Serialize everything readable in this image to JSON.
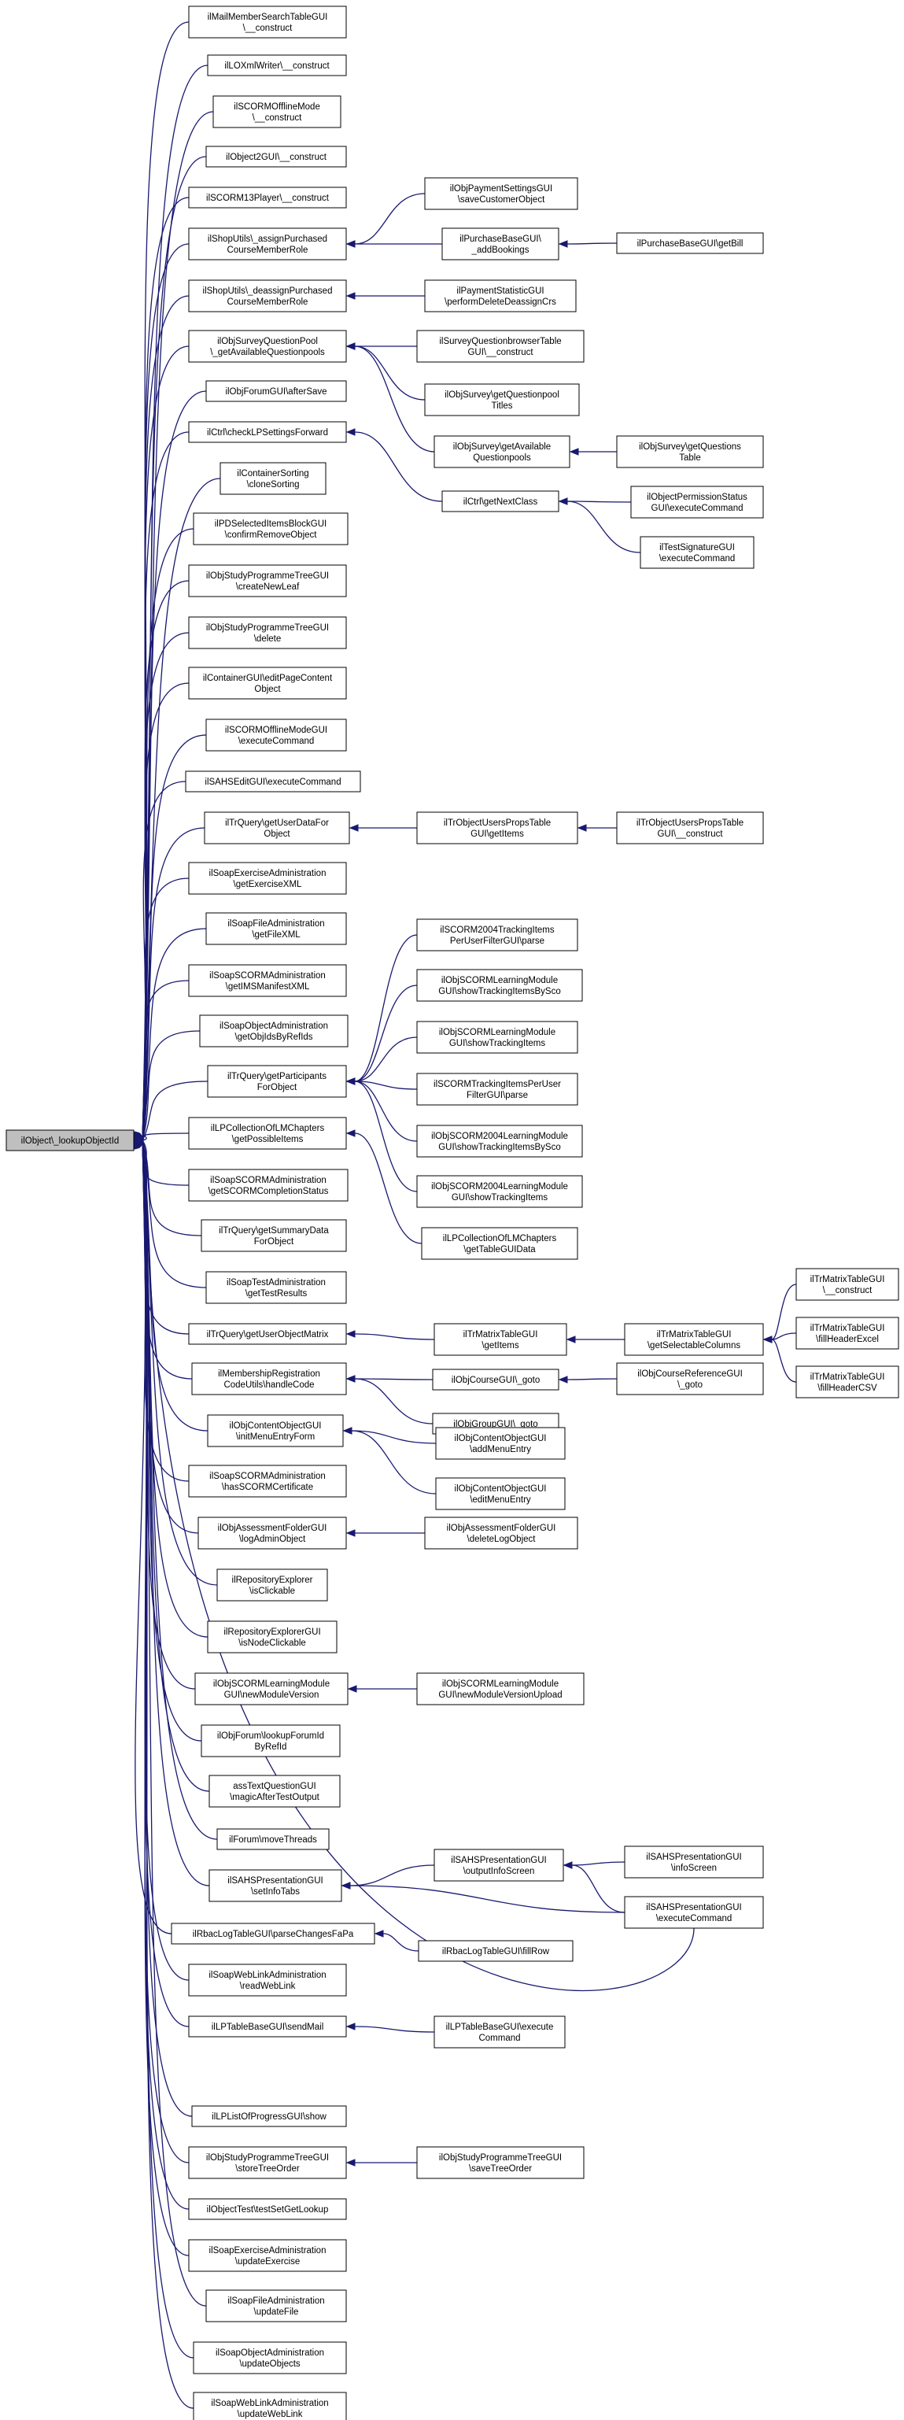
{
  "colors": {
    "edge": "#191970",
    "root_fill": "#bfbfbf",
    "node_fill": "#ffffff",
    "node_border": "#000000"
  },
  "nodes": [
    {
      "id": "root",
      "lines": [
        "ilObject\\_lookupObjectId"
      ]
    },
    {
      "id": "n1",
      "lines": [
        "ilMailMemberSearchTableGUI",
        "\\__construct"
      ]
    },
    {
      "id": "n2",
      "lines": [
        "ilLOXmlWriter\\__construct"
      ]
    },
    {
      "id": "n3",
      "lines": [
        "ilSCORMOfflineMode",
        "\\__construct"
      ]
    },
    {
      "id": "n4",
      "lines": [
        "ilObject2GUI\\__construct"
      ]
    },
    {
      "id": "n5",
      "lines": [
        "ilSCORM13Player\\__construct"
      ]
    },
    {
      "id": "n6",
      "lines": [
        "ilShopUtils\\_assignPurchased",
        "CourseMemberRole"
      ]
    },
    {
      "id": "n7",
      "lines": [
        "ilShopUtils\\_deassignPurchased",
        "CourseMemberRole"
      ]
    },
    {
      "id": "n8",
      "lines": [
        "ilObjSurveyQuestionPool",
        "\\_getAvailableQuestionpools"
      ]
    },
    {
      "id": "n9",
      "lines": [
        "ilObjForumGUI\\afterSave"
      ]
    },
    {
      "id": "n10",
      "lines": [
        "ilCtrl\\checkLPSettingsForward"
      ]
    },
    {
      "id": "n11",
      "lines": [
        "ilContainerSorting",
        "\\cloneSorting"
      ]
    },
    {
      "id": "n12",
      "lines": [
        "ilPDSelectedItemsBlockGUI",
        "\\confirmRemoveObject"
      ]
    },
    {
      "id": "n13",
      "lines": [
        "ilObjStudyProgrammeTreeGUI",
        "\\createNewLeaf"
      ]
    },
    {
      "id": "n14",
      "lines": [
        "ilObjStudyProgrammeTreeGUI",
        "\\delete"
      ]
    },
    {
      "id": "n15",
      "lines": [
        "ilContainerGUI\\editPageContent",
        "Object"
      ]
    },
    {
      "id": "n16",
      "lines": [
        "ilSCORMOfflineModeGUI",
        "\\executeCommand"
      ]
    },
    {
      "id": "n17",
      "lines": [
        "ilSAHSEditGUI\\executeCommand"
      ]
    },
    {
      "id": "n18",
      "lines": [
        "ilTrQuery\\getUserDataFor",
        "Object"
      ]
    },
    {
      "id": "n19",
      "lines": [
        "ilSoapExerciseAdministration",
        "\\getExerciseXML"
      ]
    },
    {
      "id": "n20",
      "lines": [
        "ilSoapFileAdministration",
        "\\getFileXML"
      ]
    },
    {
      "id": "n21",
      "lines": [
        "ilSoapSCORMAdministration",
        "\\getIMSManifestXML"
      ]
    },
    {
      "id": "n22",
      "lines": [
        "ilSoapObjectAdministration",
        "\\getObjIdsByRefIds"
      ]
    },
    {
      "id": "n23",
      "lines": [
        "ilTrQuery\\getParticipants",
        "ForObject"
      ]
    },
    {
      "id": "n24",
      "lines": [
        "ilLPCollectionOfLMChapters",
        "\\getPossibleItems"
      ]
    },
    {
      "id": "n25",
      "lines": [
        "ilSoapSCORMAdministration",
        "\\getSCORMCompletionStatus"
      ]
    },
    {
      "id": "n26",
      "lines": [
        "ilTrQuery\\getSummaryData",
        "ForObject"
      ]
    },
    {
      "id": "n27",
      "lines": [
        "ilSoapTestAdministration",
        "\\getTestResults"
      ]
    },
    {
      "id": "n28",
      "lines": [
        "ilTrQuery\\getUserObjectMatrix"
      ]
    },
    {
      "id": "n29",
      "lines": [
        "ilMembershipRegistration",
        "CodeUtils\\handleCode"
      ]
    },
    {
      "id": "n30",
      "lines": [
        "ilObjContentObjectGUI",
        "\\initMenuEntryForm"
      ]
    },
    {
      "id": "n31",
      "lines": [
        "ilSoapSCORMAdministration",
        "\\hasSCORMCertificate"
      ]
    },
    {
      "id": "n32",
      "lines": [
        "ilObjAssessmentFolderGUI",
        "\\logAdminObject"
      ]
    },
    {
      "id": "n33",
      "lines": [
        "ilRepositoryExplorer",
        "\\isClickable"
      ]
    },
    {
      "id": "n34",
      "lines": [
        "ilRepositoryExplorerGUI",
        "\\isNodeClickable"
      ]
    },
    {
      "id": "n35",
      "lines": [
        "ilObjSCORMLearningModule",
        "GUI\\newModuleVersion"
      ]
    },
    {
      "id": "n36",
      "lines": [
        "ilObjForum\\lookupForumId",
        "ByRefId"
      ]
    },
    {
      "id": "n37",
      "lines": [
        "assTextQuestionGUI",
        "\\magicAfterTestOutput"
      ]
    },
    {
      "id": "n38",
      "lines": [
        "ilForum\\moveThreads"
      ]
    },
    {
      "id": "n39",
      "lines": [
        "ilSAHSPresentationGUI",
        "\\setInfoTabs"
      ]
    },
    {
      "id": "n40",
      "lines": [
        "ilRbacLogTableGUI\\parseChangesFaPa"
      ]
    },
    {
      "id": "n41",
      "lines": [
        "ilSoapWebLinkAdministration",
        "\\readWebLink"
      ]
    },
    {
      "id": "n42",
      "lines": [
        "ilLPTableBaseGUI\\sendMail"
      ]
    },
    {
      "id": "n43",
      "lines": [
        "ilLPListOfProgressGUI\\show"
      ]
    },
    {
      "id": "n44",
      "lines": [
        "ilObjStudyProgrammeTreeGUI",
        "\\storeTreeOrder"
      ]
    },
    {
      "id": "n45",
      "lines": [
        "ilObjectTest\\testSetGetLookup"
      ]
    },
    {
      "id": "n46",
      "lines": [
        "ilSoapExerciseAdministration",
        "\\updateExercise"
      ]
    },
    {
      "id": "n47",
      "lines": [
        "ilSoapFileAdministration",
        "\\updateFile"
      ]
    },
    {
      "id": "n48",
      "lines": [
        "ilSoapObjectAdministration",
        "\\updateObjects"
      ]
    },
    {
      "id": "n49",
      "lines": [
        "ilSoapWebLinkAdministration",
        "\\updateWebLink"
      ]
    },
    {
      "id": "c1",
      "lines": [
        "ilObjPaymentSettingsGUI",
        "\\saveCustomerObject"
      ]
    },
    {
      "id": "c2",
      "lines": [
        "ilPurchaseBaseGUI\\",
        "_addBookings"
      ]
    },
    {
      "id": "c3",
      "lines": [
        "ilPurchaseBaseGUI\\getBill"
      ]
    },
    {
      "id": "c4",
      "lines": [
        "ilPaymentStatisticGUI",
        "\\performDeleteDeassignCrs"
      ]
    },
    {
      "id": "c5",
      "lines": [
        "ilSurveyQuestionbrowserTable",
        "GUI\\__construct"
      ]
    },
    {
      "id": "c6",
      "lines": [
        "ilObjSurvey\\getQuestionpool",
        "Titles"
      ]
    },
    {
      "id": "c7",
      "lines": [
        "ilObjSurvey\\getAvailable",
        "Questionpools"
      ]
    },
    {
      "id": "c8",
      "lines": [
        "ilObjSurvey\\getQuestions",
        "Table"
      ]
    },
    {
      "id": "c9",
      "lines": [
        "ilCtrl\\getNextClass"
      ]
    },
    {
      "id": "c10",
      "lines": [
        "ilObjectPermissionStatus",
        "GUI\\executeCommand"
      ]
    },
    {
      "id": "c11",
      "lines": [
        "ilTestSignatureGUI",
        "\\executeCommand"
      ]
    },
    {
      "id": "c12",
      "lines": [
        "ilTrObjectUsersPropsTable",
        "GUI\\getItems"
      ]
    },
    {
      "id": "c13",
      "lines": [
        "ilTrObjectUsersPropsTable",
        "GUI\\__construct"
      ]
    },
    {
      "id": "c14",
      "lines": [
        "ilSCORM2004TrackingItems",
        "PerUserFilterGUI\\parse"
      ]
    },
    {
      "id": "c15",
      "lines": [
        "ilObjSCORMLearningModule",
        "GUI\\showTrackingItemsBySco"
      ]
    },
    {
      "id": "c16",
      "lines": [
        "ilObjSCORMLearningModule",
        "GUI\\showTrackingItems"
      ]
    },
    {
      "id": "c17",
      "lines": [
        "ilSCORMTrackingItemsPerUser",
        "FilterGUI\\parse"
      ]
    },
    {
      "id": "c18",
      "lines": [
        "ilObjSCORM2004LearningModule",
        "GUI\\showTrackingItemsBySco"
      ]
    },
    {
      "id": "c19",
      "lines": [
        "ilObjSCORM2004LearningModule",
        "GUI\\showTrackingItems"
      ]
    },
    {
      "id": "c20",
      "lines": [
        "ilLPCollectionOfLMChapters",
        "\\getTableGUIData"
      ]
    },
    {
      "id": "c21",
      "lines": [
        "ilTrMatrixTableGUI",
        "\\getItems"
      ]
    },
    {
      "id": "c22",
      "lines": [
        "ilTrMatrixTableGUI",
        "\\getSelectableColumns"
      ]
    },
    {
      "id": "c23",
      "lines": [
        "ilTrMatrixTableGUI",
        "\\__construct"
      ]
    },
    {
      "id": "c24",
      "lines": [
        "ilTrMatrixTableGUI",
        "\\fillHeaderExcel"
      ]
    },
    {
      "id": "c25",
      "lines": [
        "ilTrMatrixTableGUI",
        "\\fillHeaderCSV"
      ]
    },
    {
      "id": "c26",
      "lines": [
        "ilObjCourseGUI\\_goto"
      ]
    },
    {
      "id": "c27",
      "lines": [
        "ilObjCourseReferenceGUI",
        "\\_goto"
      ]
    },
    {
      "id": "c28",
      "lines": [
        "ilObjGroupGUI\\_goto"
      ]
    },
    {
      "id": "c29",
      "lines": [
        "ilObjContentObjectGUI",
        "\\addMenuEntry"
      ]
    },
    {
      "id": "c30",
      "lines": [
        "ilObjContentObjectGUI",
        "\\editMenuEntry"
      ]
    },
    {
      "id": "c31",
      "lines": [
        "ilObjAssessmentFolderGUI",
        "\\deleteLogObject"
      ]
    },
    {
      "id": "c32",
      "lines": [
        "ilObjSCORMLearningModule",
        "GUI\\newModuleVersionUpload"
      ]
    },
    {
      "id": "c33",
      "lines": [
        "ilSAHSPresentationGUI",
        "\\outputInfoScreen"
      ]
    },
    {
      "id": "c34",
      "lines": [
        "ilSAHSPresentationGUI",
        "\\infoScreen"
      ]
    },
    {
      "id": "c35",
      "lines": [
        "ilSAHSPresentationGUI",
        "\\executeCommand"
      ]
    },
    {
      "id": "c36",
      "lines": [
        "ilRbacLogTableGUI\\fillRow"
      ]
    },
    {
      "id": "c37",
      "lines": [
        "ilLPTableBaseGUI\\execute",
        "Command"
      ]
    },
    {
      "id": "c38",
      "lines": [
        "ilObjStudyProgrammeTreeGUI",
        "\\saveTreeOrder"
      ]
    }
  ],
  "edges": [
    [
      "n1",
      "root"
    ],
    [
      "n2",
      "root"
    ],
    [
      "n3",
      "root"
    ],
    [
      "n4",
      "root"
    ],
    [
      "n5",
      "root"
    ],
    [
      "n6",
      "root"
    ],
    [
      "n7",
      "root"
    ],
    [
      "n8",
      "root"
    ],
    [
      "n9",
      "root"
    ],
    [
      "n10",
      "root"
    ],
    [
      "n11",
      "root"
    ],
    [
      "n12",
      "root"
    ],
    [
      "n13",
      "root"
    ],
    [
      "n14",
      "root"
    ],
    [
      "n15",
      "root"
    ],
    [
      "n16",
      "root"
    ],
    [
      "n17",
      "root"
    ],
    [
      "n18",
      "root"
    ],
    [
      "n19",
      "root"
    ],
    [
      "n20",
      "root"
    ],
    [
      "n21",
      "root"
    ],
    [
      "n22",
      "root"
    ],
    [
      "n23",
      "root"
    ],
    [
      "n24",
      "root"
    ],
    [
      "n25",
      "root"
    ],
    [
      "n26",
      "root"
    ],
    [
      "n27",
      "root"
    ],
    [
      "n28",
      "root"
    ],
    [
      "n29",
      "root"
    ],
    [
      "n30",
      "root"
    ],
    [
      "n31",
      "root"
    ],
    [
      "n32",
      "root"
    ],
    [
      "n33",
      "root"
    ],
    [
      "n34",
      "root"
    ],
    [
      "n35",
      "root"
    ],
    [
      "n36",
      "root"
    ],
    [
      "n37",
      "root"
    ],
    [
      "n38",
      "root"
    ],
    [
      "n39",
      "root"
    ],
    [
      "n40",
      "root"
    ],
    [
      "n41",
      "root"
    ],
    [
      "n42",
      "root"
    ],
    [
      "n43",
      "root"
    ],
    [
      "n44",
      "root"
    ],
    [
      "n45",
      "root"
    ],
    [
      "n46",
      "root"
    ],
    [
      "n47",
      "root"
    ],
    [
      "n48",
      "root"
    ],
    [
      "n49",
      "root"
    ],
    [
      "c1",
      "n6"
    ],
    [
      "c2",
      "n6"
    ],
    [
      "c3",
      "c2"
    ],
    [
      "c4",
      "n7"
    ],
    [
      "c5",
      "n8"
    ],
    [
      "c6",
      "n8"
    ],
    [
      "c7",
      "n8"
    ],
    [
      "c8",
      "c7"
    ],
    [
      "c9",
      "n10"
    ],
    [
      "c10",
      "c9"
    ],
    [
      "c11",
      "c9"
    ],
    [
      "c12",
      "n18"
    ],
    [
      "c13",
      "c12"
    ],
    [
      "c14",
      "n23"
    ],
    [
      "c15",
      "n23"
    ],
    [
      "c16",
      "n23"
    ],
    [
      "c17",
      "n23"
    ],
    [
      "c18",
      "n23"
    ],
    [
      "c19",
      "n23"
    ],
    [
      "c20",
      "n24"
    ],
    [
      "c21",
      "n28"
    ],
    [
      "c22",
      "c21"
    ],
    [
      "c23",
      "c22"
    ],
    [
      "c24",
      "c22"
    ],
    [
      "c25",
      "c22"
    ],
    [
      "c26",
      "n29"
    ],
    [
      "c27",
      "c26"
    ],
    [
      "c28",
      "n29"
    ],
    [
      "c29",
      "n30"
    ],
    [
      "c30",
      "n30"
    ],
    [
      "c31",
      "n32"
    ],
    [
      "c32",
      "n35"
    ],
    [
      "c33",
      "n39"
    ],
    [
      "c34",
      "c33"
    ],
    [
      "c35",
      "c33"
    ],
    [
      "c35",
      "n39"
    ],
    [
      "c35",
      "root"
    ],
    [
      "c36",
      "n40"
    ],
    [
      "c37",
      "n42"
    ],
    [
      "c38",
      "n44"
    ]
  ]
}
